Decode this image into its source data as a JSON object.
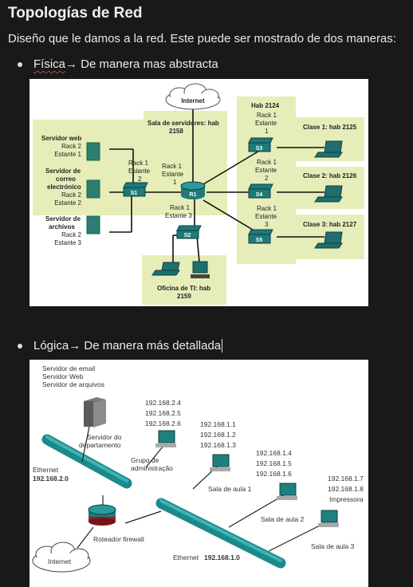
{
  "title": "Topologías de Red",
  "subtitle": "Diseño que le damos a la red. Este puede ser mostrado de dos maneras:",
  "bullets": [
    {
      "word": "Física",
      "rest": " → De manera mas abstracta"
    },
    {
      "word": "Lógica",
      "rest": " → De manera más detallada"
    }
  ],
  "physical": {
    "internet": "Internet",
    "server_room": [
      "Sala de servidores: hab",
      "2158"
    ],
    "hab_2124": "Hab 2124",
    "servers": [
      {
        "name": [
          "Servidor web"
        ],
        "loc": [
          "Rack 2",
          "Estante 1"
        ]
      },
      {
        "name": [
          "Servidor de",
          "correo",
          "electrónico"
        ],
        "loc": [
          "Rack 2",
          "Estante 2"
        ]
      },
      {
        "name": [
          "Servidor de",
          "archivos"
        ],
        "loc": [
          "Rack 2",
          "Estante 3"
        ]
      }
    ],
    "rack1_e2": [
      "Rack 1",
      "Estante",
      "2"
    ],
    "rack1_e1": [
      "Rack 1",
      "Estante",
      "1"
    ],
    "rack1_e3": [
      "Rack 1",
      "Estante 3"
    ],
    "right_racks": [
      [
        "Rack 1",
        "Estante",
        "1"
      ],
      [
        "Rack 1",
        "Estante",
        "2"
      ],
      [
        "Rack 1",
        "Estante",
        "3"
      ]
    ],
    "devices": {
      "s1": "S1",
      "r1": "R1",
      "s2": "S2",
      "s3": "S3",
      "s4": "S4",
      "s5": "S5"
    },
    "classes": [
      "Clase 1: hab 2125",
      "Clase 2: hab 2126",
      "Clase 3: hab 2127"
    ],
    "it_office": [
      "Oficina de TI: hab",
      "2159"
    ]
  },
  "logical": {
    "servers_list": [
      "Servidor de email",
      "Servidor Web",
      "Servidor de arquivos"
    ],
    "dept_ips": [
      "192.168.2.4",
      "192.168.2.5",
      "192.168.2.6"
    ],
    "dept_server": [
      "Servidor do",
      "departamento"
    ],
    "admin_group": [
      "Grupo de",
      "administração"
    ],
    "ethernet2": {
      "label": "Ethernet",
      "ip": "192.168.2.0"
    },
    "class1_ips": [
      "192.168.1.1",
      "192.168.1.2",
      "192.168.1.3"
    ],
    "class1": "Sala de aula 1",
    "class2_ips": [
      "192.168.1.4",
      "192.168.1.5",
      "192.168.1.6"
    ],
    "class2": "Sala de aula 2",
    "printer_ips": [
      "192.168.1.7",
      "192.168.1.8"
    ],
    "printer": "Impressora",
    "class3": "Sala de aula 3",
    "router": "Roteador firewall",
    "ethernet1": {
      "label": "Ethernet",
      "ip": "192.168.1.0"
    },
    "internet": "Internet"
  }
}
